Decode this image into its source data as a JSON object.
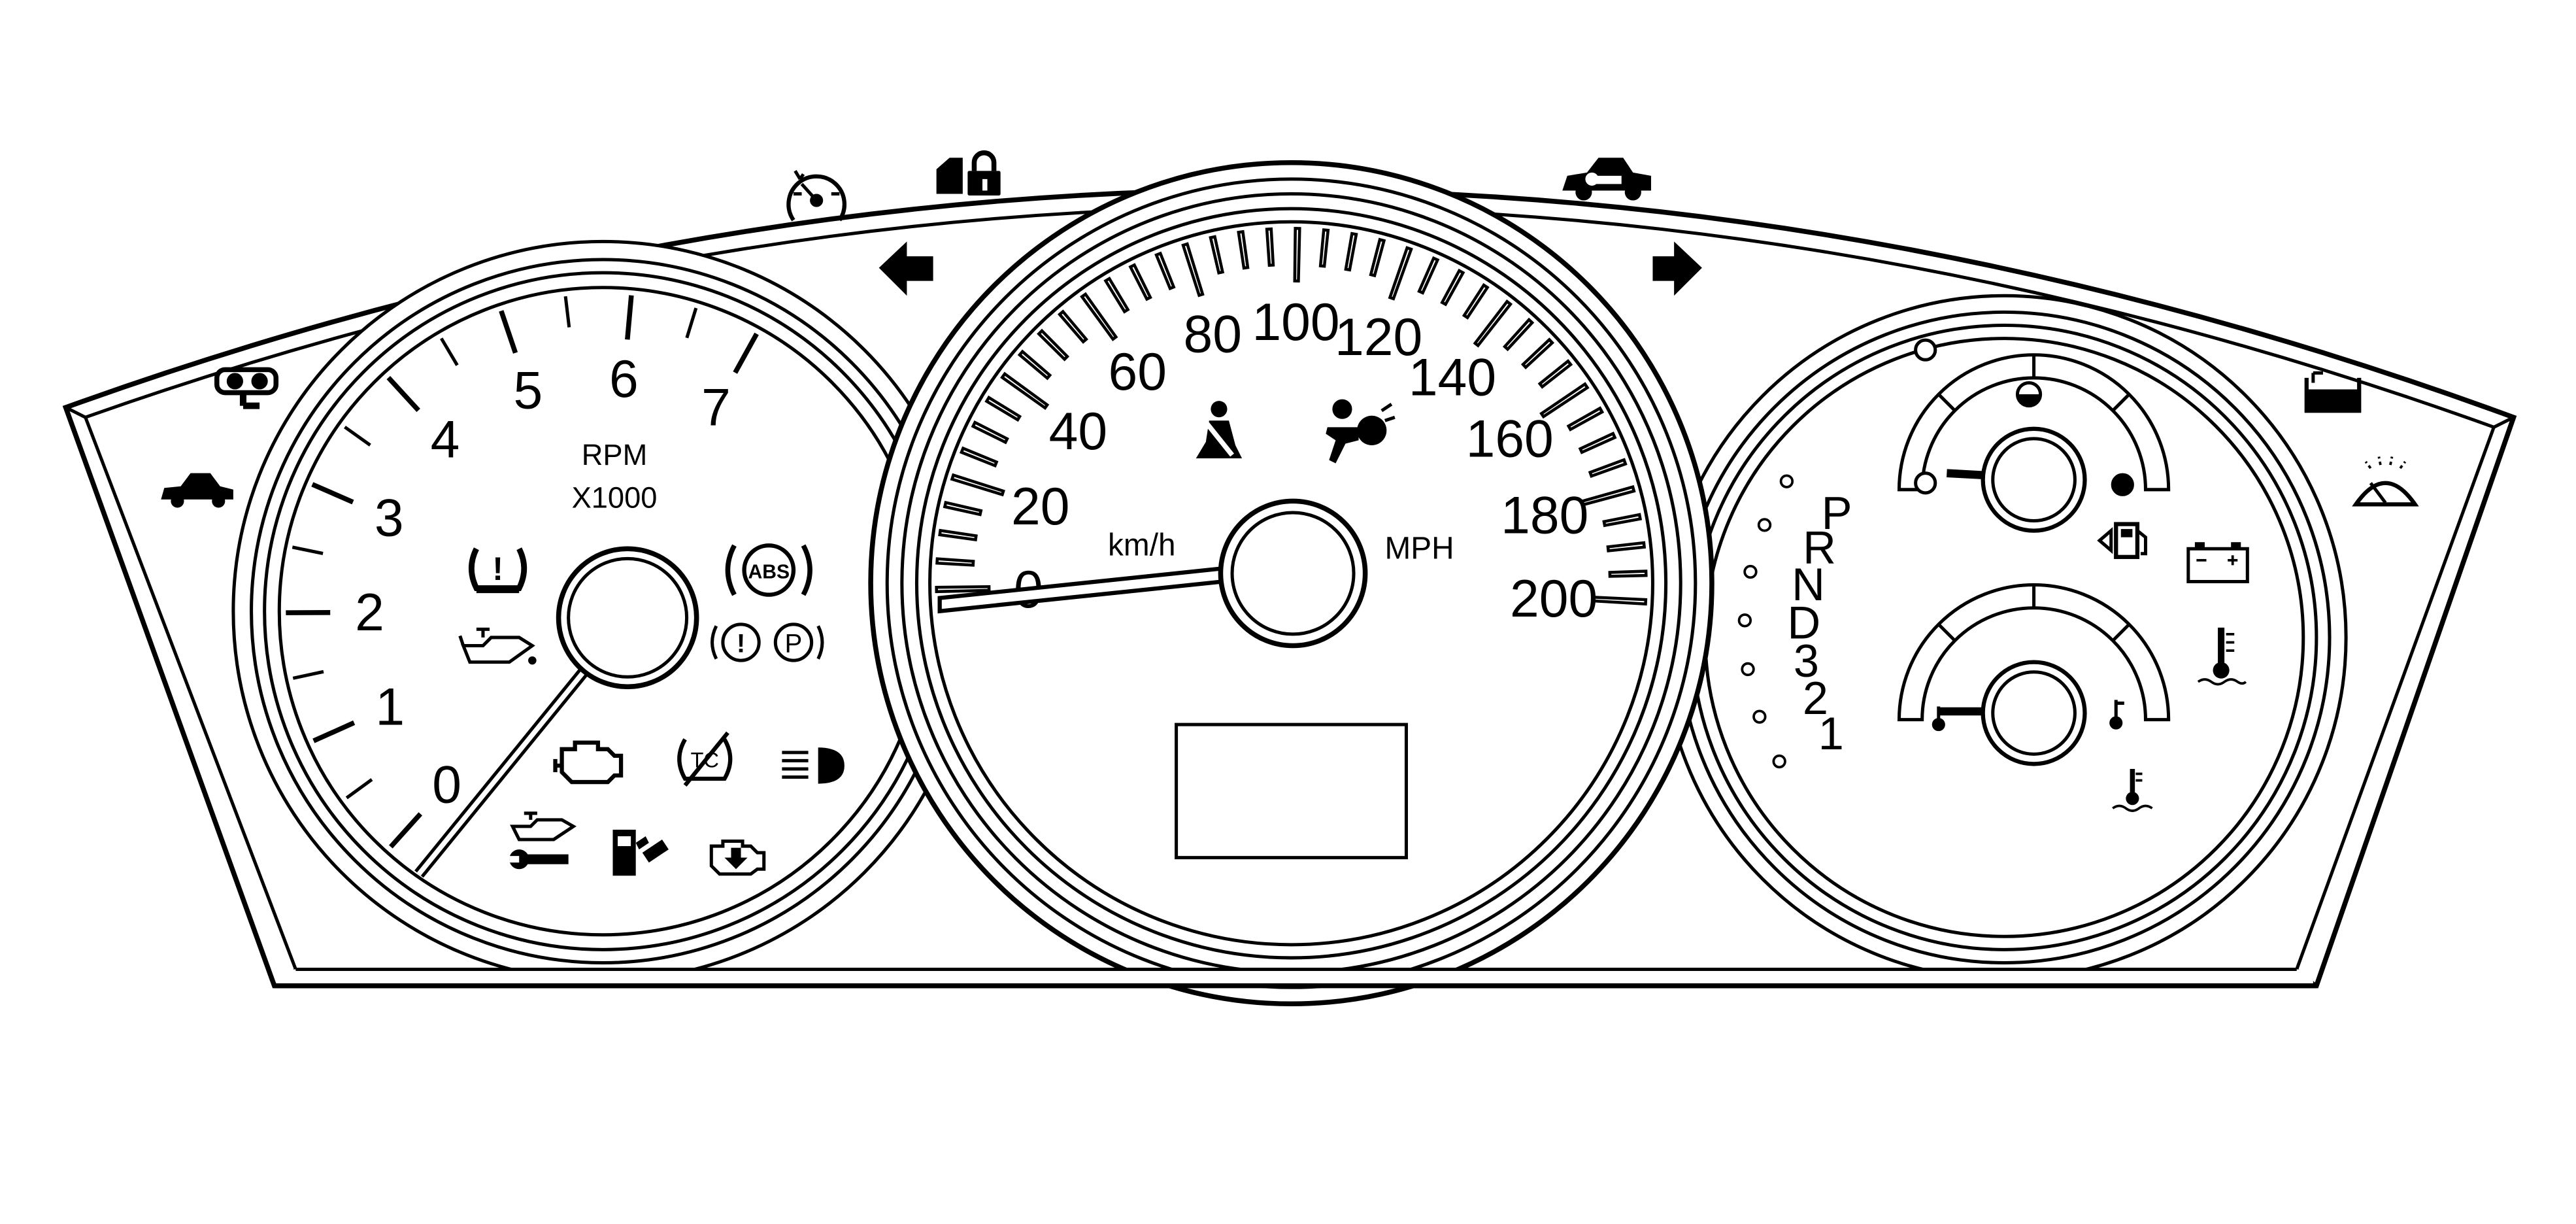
{
  "tachometer": {
    "numbers": [
      "0",
      "1",
      "2",
      "3",
      "4",
      "5",
      "6",
      "7"
    ],
    "label_rpm": "RPM",
    "label_multiplier": "X1000"
  },
  "speedometer": {
    "numbers": [
      "0",
      "20",
      "40",
      "60",
      "80",
      "100",
      "120",
      "140",
      "160",
      "180",
      "200"
    ],
    "unit_left": "km/h",
    "unit_right": "MPH"
  },
  "gear_indicator": {
    "gears": [
      "P",
      "R",
      "N",
      "D",
      "3",
      "2",
      "1"
    ]
  },
  "warning_lamps": {
    "abs_label": "ABS",
    "parking_brake_label": "P",
    "brake_warning_label": "!",
    "traction_control_label": "TC",
    "tire_pressure_label": "!"
  },
  "icons": [
    "door-ajar-icon",
    "security-car-icon",
    "cruise-control-icon",
    "door-lock-icon",
    "turn-left-icon",
    "turn-right-icon",
    "service-vehicle-icon",
    "washer-fluid-icon",
    "wiper-icon",
    "tire-pressure-icon",
    "oil-pressure-icon",
    "abs-icon",
    "brake-warning-icon",
    "parking-brake-icon",
    "check-engine-icon",
    "traction-off-icon",
    "high-beam-icon",
    "oil-change-icon",
    "wrench-icon",
    "fuel-service-icon",
    "reduced-power-icon",
    "seatbelt-icon",
    "airbag-icon",
    "fuel-door-icon",
    "battery-icon",
    "coolant-temp-icon"
  ]
}
